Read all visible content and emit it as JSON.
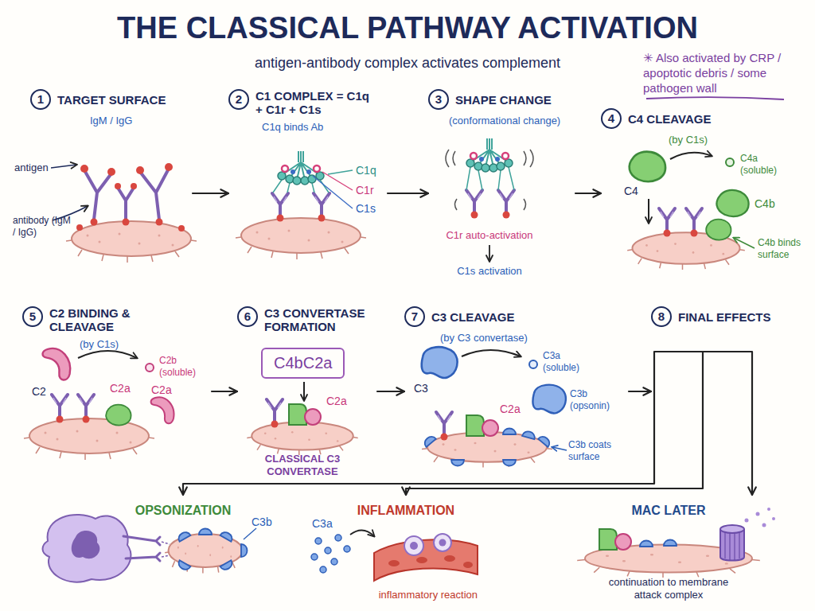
{
  "diagram": {
    "title": "THE CLASSICAL PATHWAY ACTIVATION",
    "nodes": [
      {
        "text": [
          "1",
          "TARGET SURFACE",
          "IgM / IgG"
        ]
      },
      {
        "text": [
          "2",
          "C1 COMPLEX = C1q + C1r + C1s",
          "C1q binds Ab"
        ]
      },
      {
        "text": [
          "3",
          "SHAPE CHANGE",
          "(conformational change)"
        ]
      },
      {
        "text": [
          "4",
          "C4 CLEAVAGE",
          "(by C1s)"
        ]
      },
      {
        "text": [
          "5",
          "C2 BINDING & CLEAVAGE",
          "(by C1s)"
        ]
      },
      {
        "text": [
          "6",
          "C3 CONVERTASE FORMATION"
        ]
      },
      {
        "text": [
          "C4bC2a"
        ],
        "in": 5
      },
      {
        "text": [
          "7",
          "C3 CLEAVAGE",
          "(by C3 convertase)"
        ]
      },
      {
        "text": [
          "8",
          "FINAL EFFECTS"
        ]
      },
      {
        "text": [
          "OPSONIZATION"
        ]
      },
      {
        "text": [
          "INFLAMMATION",
          "inflammatory reaction"
        ]
      },
      {
        "text": [
          "MAC LATER",
          "continuation to membrane attack complex"
        ]
      }
    ],
    "edges": [
      {
        "from": 0,
        "to": 1,
        "arrow": "to"
      },
      {
        "from": 1,
        "to": 2,
        "arrow": "to"
      },
      {
        "from": 2,
        "to": 3,
        "arrow": "to"
      },
      {
        "from": 4,
        "to": 5,
        "arrow": "to"
      },
      {
        "from": 5,
        "to": 7,
        "arrow": "to"
      },
      {
        "from": 7,
        "to": 8,
        "arrow": "to"
      },
      {
        "from": 8,
        "to": 9,
        "arrow": "to"
      },
      {
        "from": 8,
        "to": 10,
        "arrow": "to"
      },
      {
        "from": 8,
        "to": 11,
        "arrow": "to"
      }
    ],
    "labels": [
      "antigen-antibody complex activates complement",
      "✳ Also activated by CRP / apoptotic debris / some pathogen wall",
      "antigen",
      "antibody (IgM / IgG)",
      "C1q",
      "C1r",
      "C1s",
      "C1r auto-activation",
      "C1s activation",
      "C4a (soluble)",
      "C4",
      "C4b",
      "C4b binds surface",
      "C2",
      "C2b (soluble)",
      "C2a",
      "C2a",
      "C2a",
      "CLASSICAL C3 CONVERTASE",
      "C3",
      "C3a (soluble)",
      "C3b (opsonin)",
      "C2a",
      "C3b coats surface",
      "C3b",
      "C3a"
    ]
  }
}
